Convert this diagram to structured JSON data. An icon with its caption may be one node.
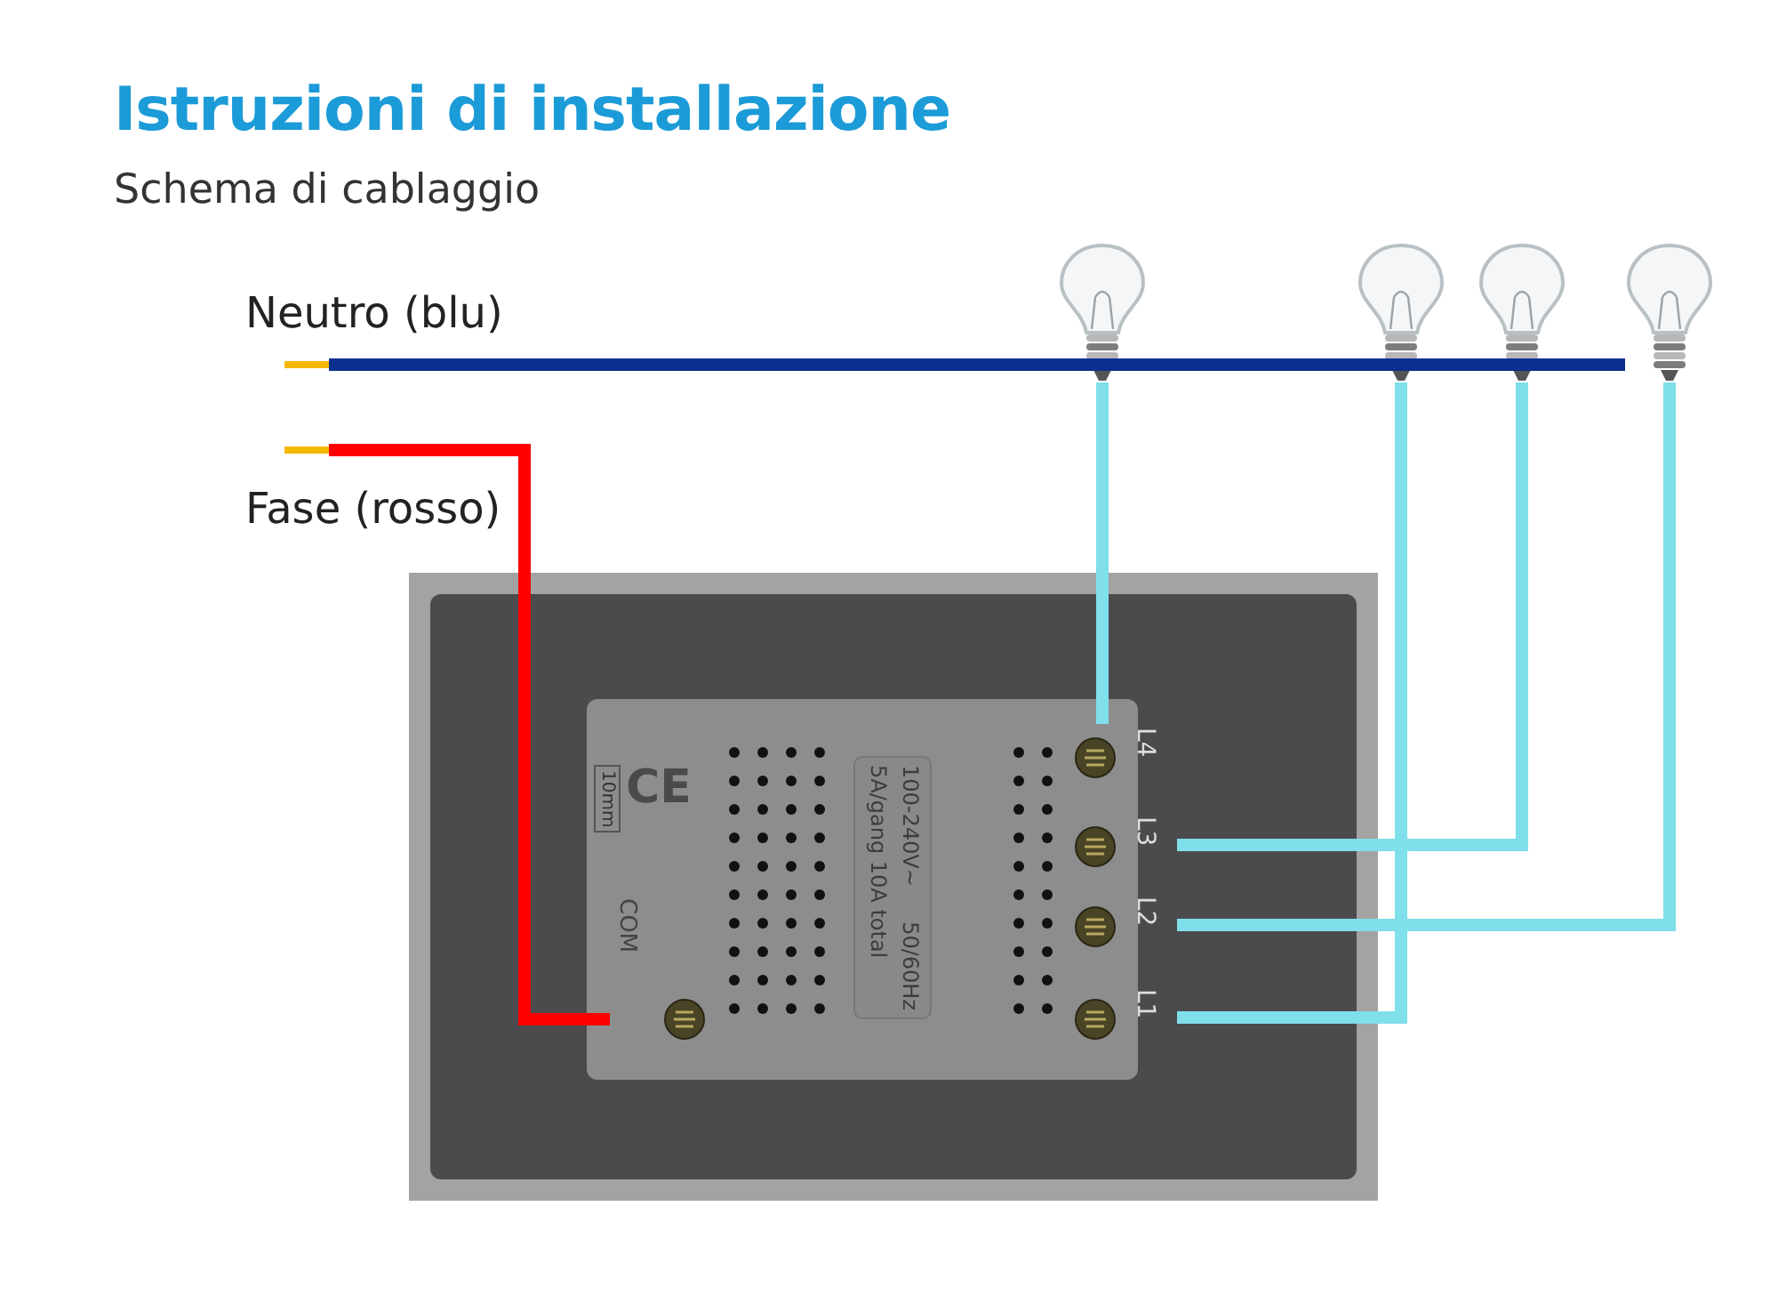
{
  "diagram": {
    "title": "Istruzioni di installazione",
    "caption": "Schema di cablaggio",
    "nodes": [
      {
        "text": [],
        "shape": "picture"
      },
      {
        "text": [],
        "shape": "picture"
      },
      {
        "text": [],
        "shape": "picture"
      },
      {
        "text": [],
        "shape": "picture"
      },
      {
        "text": [],
        "shape": "box"
      },
      {
        "text": [
          "100-240V~ 50/60Hz 5A/gang 10A total"
        ],
        "in": 4
      },
      {
        "text": [
          "COM"
        ],
        "in": 5
      },
      {
        "text": [
          "L4"
        ],
        "in": 5
      },
      {
        "text": [
          "L3"
        ],
        "in": 5
      },
      {
        "text": [
          "L2"
        ],
        "in": 5
      },
      {
        "text": [
          "L1"
        ],
        "in": 5
      }
    ],
    "edges": [
      {
        "from": null,
        "to": 0,
        "arrow": "none",
        "color": "#0a2f91"
      },
      {
        "from": null,
        "to": 1,
        "arrow": "none",
        "color": "#0a2f91"
      },
      {
        "from": null,
        "to": 2,
        "arrow": "none",
        "color": "#0a2f91"
      },
      {
        "from": null,
        "to": 3,
        "arrow": "none",
        "color": "#0a2f91"
      },
      {
        "from": null,
        "to": 6,
        "arrow": "none",
        "color": "#ff0000"
      },
      {
        "from": 7,
        "to": 0,
        "arrow": "none",
        "color": "#7fdfea"
      },
      {
        "from": 8,
        "to": 2,
        "arrow": "none",
        "color": "#7fdfea"
      },
      {
        "from": 9,
        "to": 3,
        "arrow": "none",
        "color": "#7fdfea"
      },
      {
        "from": 10,
        "to": 1,
        "arrow": "none",
        "color": "#7fdfea"
      }
    ],
    "labels": [
      "Neutro (blu)",
      "Fase (rosso)",
      "CE",
      "10mm"
    ]
  }
}
